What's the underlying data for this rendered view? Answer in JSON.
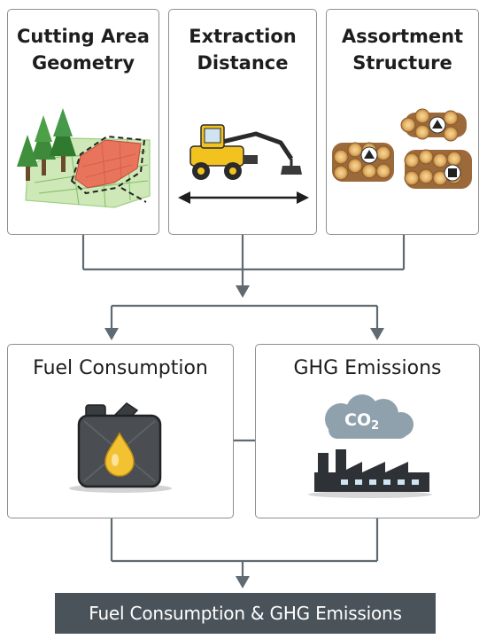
{
  "inputs": {
    "cutting_area": {
      "line1": "Cutting Area",
      "line2": "Geometry",
      "icon": "forest-map-icon"
    },
    "extraction": {
      "line1": "Extraction",
      "line2": "Distance",
      "icon": "forwarder-icon"
    },
    "assortment": {
      "line1": "Assortment",
      "line2": "Structure",
      "icon": "log-piles-icon"
    }
  },
  "outputs": {
    "fuel": {
      "label": "Fuel Consumption",
      "icon": "fuel-canister-icon"
    },
    "ghg": {
      "label": "GHG Emissions",
      "icon": "factory-co2-icon",
      "cloud_text": "CO",
      "cloud_sub": "2"
    }
  },
  "result": {
    "label": "Fuel Consumption & GHG Emissions"
  },
  "colors": {
    "border": "#8f8f8f",
    "connector": "#5f6a72",
    "banner": "#4a535a"
  }
}
